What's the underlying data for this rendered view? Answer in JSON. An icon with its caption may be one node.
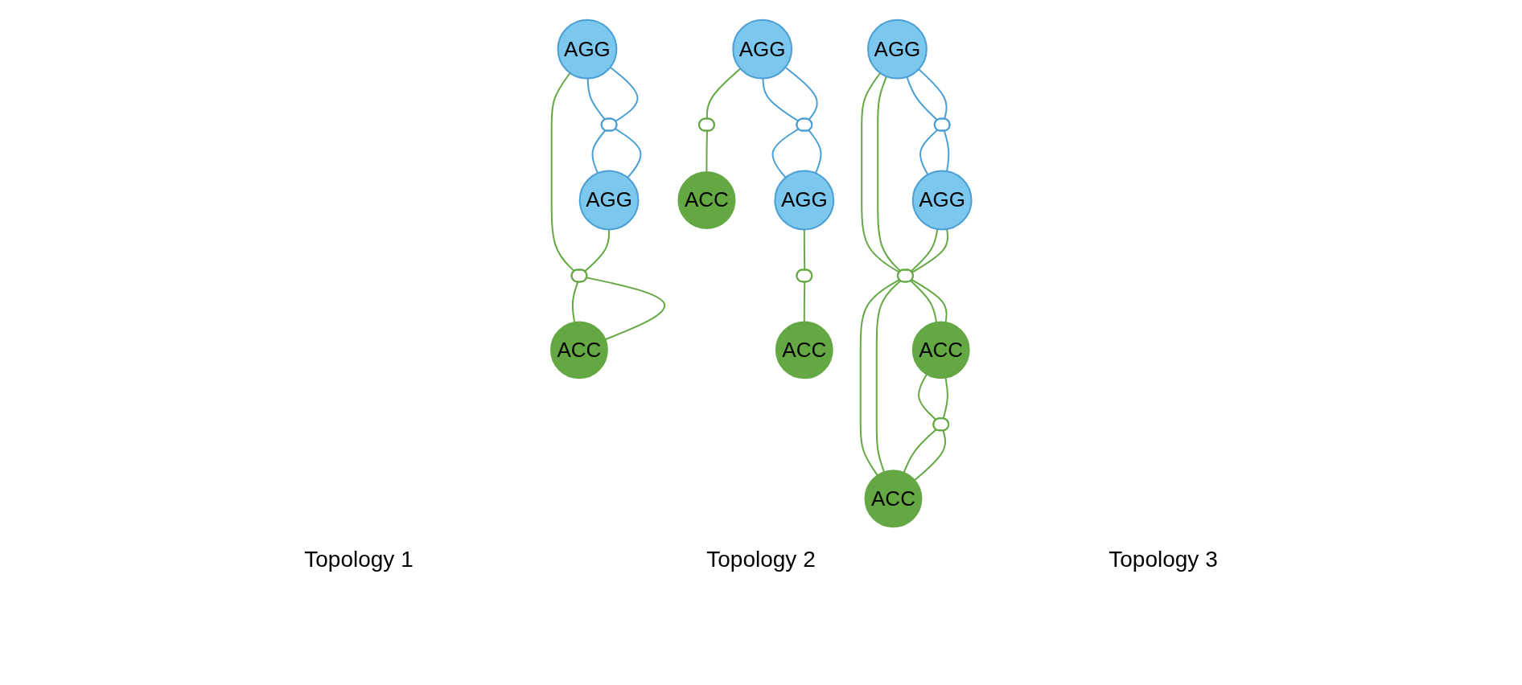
{
  "diagram": {
    "nodes": [
      {
        "text": [
          "AGG"
        ]
      },
      {
        "text": [],
        "shape": "ellipse"
      },
      {
        "text": [
          "AGG"
        ]
      },
      {
        "text": [],
        "shape": "ellipse"
      },
      {
        "text": [
          "ACC"
        ]
      },
      {
        "text": [
          "AGG"
        ]
      },
      {
        "text": [],
        "shape": "ellipse"
      },
      {
        "text": [
          "AGG"
        ]
      },
      {
        "text": [],
        "shape": "ellipse"
      },
      {
        "text": [],
        "shape": "ellipse"
      },
      {
        "text": [
          "ACC"
        ]
      },
      {
        "text": [
          "ACC"
        ]
      },
      {
        "text": [
          "AGG"
        ]
      },
      {
        "text": [],
        "shape": "ellipse"
      },
      {
        "text": [
          "AGG"
        ]
      },
      {
        "text": [],
        "shape": "ellipse"
      },
      {
        "text": [
          "ACC"
        ]
      },
      {
        "text": [],
        "shape": "ellipse"
      },
      {
        "text": [
          "ACC"
        ]
      }
    ],
    "edges": [
      {
        "from": 0,
        "to": 1,
        "arrow": "none",
        "color": "#4a9fd4"
      },
      {
        "from": 0,
        "to": 1,
        "arrow": "none",
        "color": "#4a9fd4"
      },
      {
        "from": 1,
        "to": 2,
        "arrow": "none",
        "color": "#4a9fd4"
      },
      {
        "from": 1,
        "to": 2,
        "arrow": "none",
        "color": "#4a9fd4"
      },
      {
        "from": 0,
        "to": 3,
        "arrow": "none"
      },
      {
        "from": 2,
        "to": 3,
        "arrow": "none"
      },
      {
        "from": 3,
        "to": 4,
        "arrow": "none"
      },
      {
        "from": 3,
        "to": 4,
        "arrow": "none"
      },
      {
        "from": 5,
        "to": 6,
        "arrow": "none",
        "color": "#4a9fd4"
      },
      {
        "from": 5,
        "to": 6,
        "arrow": "none",
        "color": "#4a9fd4"
      },
      {
        "from": 6,
        "to": 7,
        "arrow": "none",
        "color": "#4a9fd4"
      },
      {
        "from": 6,
        "to": 7,
        "arrow": "none",
        "color": "#4a9fd4"
      },
      {
        "from": 5,
        "to": 8,
        "arrow": "none"
      },
      {
        "from": 8,
        "to": 10,
        "arrow": "none"
      },
      {
        "from": 7,
        "to": 9,
        "arrow": "none"
      },
      {
        "from": 9,
        "to": 11,
        "arrow": "none"
      },
      {
        "from": 12,
        "to": 13,
        "arrow": "none",
        "color": "#4a9fd4"
      },
      {
        "from": 12,
        "to": 13,
        "arrow": "none",
        "color": "#4a9fd4"
      },
      {
        "from": 13,
        "to": 14,
        "arrow": "none",
        "color": "#4a9fd4"
      },
      {
        "from": 13,
        "to": 14,
        "arrow": "none",
        "color": "#4a9fd4"
      },
      {
        "from": 12,
        "to": 15,
        "arrow": "none"
      },
      {
        "from": 12,
        "to": 15,
        "arrow": "none"
      },
      {
        "from": 14,
        "to": 15,
        "arrow": "none"
      },
      {
        "from": 14,
        "to": 15,
        "arrow": "none"
      },
      {
        "from": 15,
        "to": 16,
        "arrow": "none"
      },
      {
        "from": 15,
        "to": 16,
        "arrow": "none"
      },
      {
        "from": 15,
        "to": 18,
        "arrow": "none"
      },
      {
        "from": 15,
        "to": 18,
        "arrow": "none"
      },
      {
        "from": 16,
        "to": 17,
        "arrow": "none"
      },
      {
        "from": 16,
        "to": 17,
        "arrow": "none"
      },
      {
        "from": 17,
        "to": 18,
        "arrow": "none"
      },
      {
        "from": 17,
        "to": 18,
        "arrow": "none"
      }
    ],
    "labels": [
      "Topology 1",
      "Topology 2",
      "Topology 3"
    ]
  }
}
